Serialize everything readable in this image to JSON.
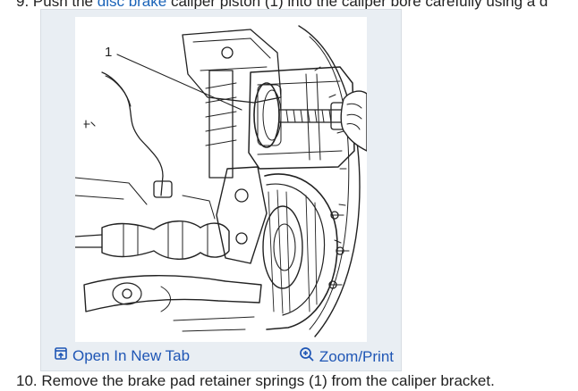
{
  "step_top": {
    "prefix": "9. Push the ",
    "link": "disc brake",
    "suffix": " caliper piston (1) into the caliper bore carefully using a d"
  },
  "figure": {
    "callout": "1"
  },
  "toolbar": {
    "open_label": "Open In New Tab",
    "zoom_label": "Zoom/Print"
  },
  "step_bottom": "10. Remove the brake pad retainer springs (1) from the caliper bracket.",
  "colors": {
    "link": "#1a63b8",
    "toolbar_text": "#1f56b5",
    "figure_bg": "#e9eef3"
  }
}
